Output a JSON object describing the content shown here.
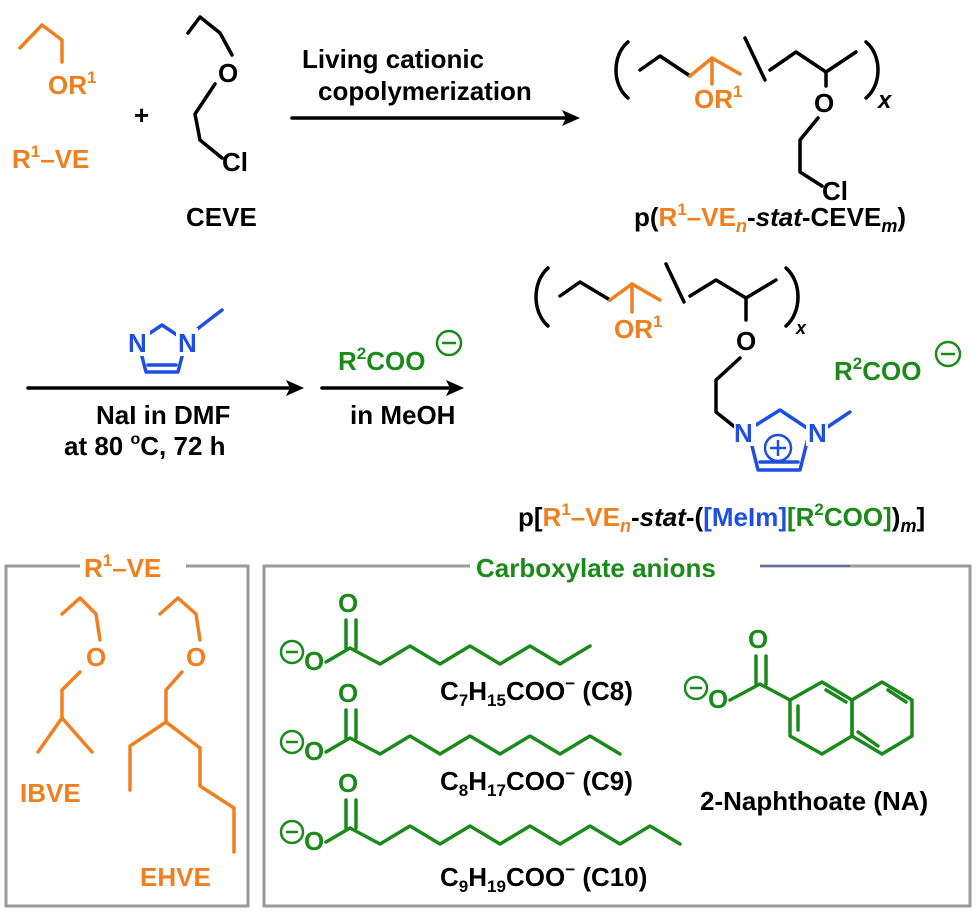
{
  "colors": {
    "monomer": "#f07f1f",
    "anion": "#1b8a1b",
    "cation": "#1f4fe0",
    "text": "#000000",
    "frame": "#9a9a9a"
  },
  "step1": {
    "plus": "+",
    "arrow_line1": "Living cationic",
    "arrow_line2": "copolymerization"
  },
  "monomer1": {
    "substituent": "OR",
    "sup": "1",
    "label_main": "R",
    "label_sup": "1",
    "label_rest": "–VE"
  },
  "monomer2": {
    "atom_o": "O",
    "atom_cl": "Cl",
    "label": "CEVE"
  },
  "polymer1": {
    "atom_o": "O",
    "atom_cl": "Cl",
    "subst": "OR",
    "subst_sup": "1",
    "subscript_x": "x",
    "name_open": "p(",
    "name_r": "R",
    "name_r_sup": "1",
    "name_ve": "–VE",
    "name_n": "n",
    "name_dash": "-",
    "name_stat": "stat",
    "name_ceve": "-CEVE",
    "name_m": "m",
    "name_close": ")"
  },
  "step2": {
    "reagent_atom_n1": "N",
    "reagent_atom_n2": "N",
    "cond_line1": "NaI in DMF",
    "cond_line2a": "at 80 ",
    "cond_line2b": "o",
    "cond_line2c": "C, 72 h",
    "anion_main": "R",
    "anion_sup": "2",
    "anion_rest": "COO",
    "solvent": "in MeOH",
    "minus": "−"
  },
  "polymer2": {
    "atom_o": "O",
    "atom_n1": "N",
    "atom_n2": "N",
    "plus": "+",
    "subst": "OR",
    "subst_sup": "1",
    "subscript_x": "x",
    "counter_main": "R",
    "counter_sup": "2",
    "counter_rest": "COO",
    "name_open": "p[",
    "name_r": "R",
    "name_r_sup": "1",
    "name_ve": "–VE",
    "name_n": "n",
    "name_dash": "-",
    "name_stat": "stat",
    "name_mid": "-(",
    "name_meim": "[MeIm]",
    "name_anion_open": "[R",
    "name_anion_sup": "2",
    "name_anion_close": "COO]",
    "name_close1": ")",
    "name_m": "m",
    "name_close2": "]"
  },
  "r1ve_panel": {
    "title_main": "R",
    "title_sup": "1",
    "title_rest": "–VE",
    "atom_o": "O",
    "items": [
      "IBVE",
      "EHVE"
    ]
  },
  "anion_panel": {
    "title": "Carboxylate anions",
    "atom_o": "O",
    "minus": "−",
    "c8": {
      "c": "C",
      "n1": "7",
      "h": "H",
      "n2": "15",
      "rest": "COO",
      "sup": "−",
      "tag": " (C8)"
    },
    "c9": {
      "c": "C",
      "n1": "8",
      "h": "H",
      "n2": "17",
      "rest": "COO",
      "sup": "−",
      "tag": " (C9)"
    },
    "c10": {
      "c": "C",
      "n1": "9",
      "h": "H",
      "n2": "19",
      "rest": "COO",
      "sup": "−",
      "tag": " (C10)"
    },
    "na": "2-Naphthoate (NA)"
  }
}
